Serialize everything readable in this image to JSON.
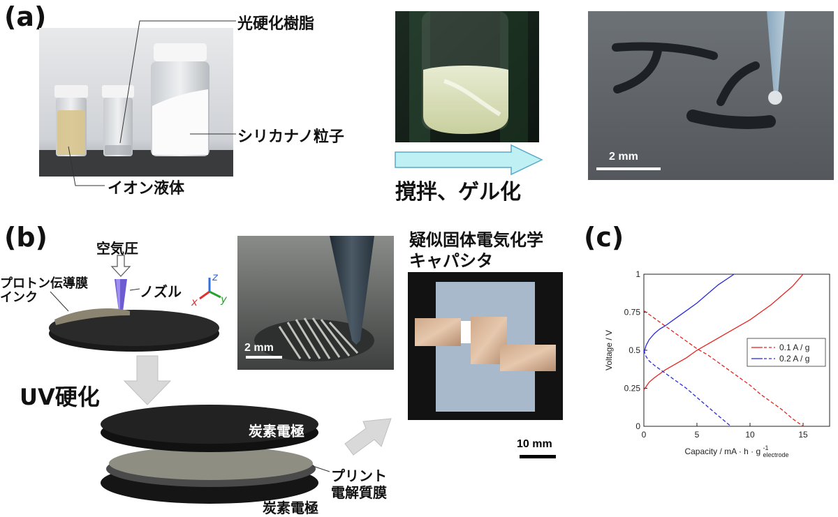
{
  "panels": {
    "a": "(a)",
    "b": "(b)",
    "c": "(c)"
  },
  "panel_a": {
    "label_resin": "光硬化樹脂",
    "label_silica": "シリカナノ粒子",
    "label_ionic": "イオン液体",
    "arrow_caption": "撹拌、ゲル化",
    "scale_bar": "2 mm"
  },
  "panel_b": {
    "air_pressure": "空気圧",
    "nozzle": "ノズル",
    "ink_line1": "プロトン伝導膜",
    "ink_line2": "インク",
    "axis_z": "z",
    "axis_x": "x",
    "axis_y": "y",
    "uv_cure": "UV硬化",
    "carbon_top": "炭素電極",
    "carbon_bottom": "炭素電極",
    "printed_line1": "プリント",
    "printed_line2": "電解質膜",
    "photo_scale": "2 mm",
    "device_title_line1": "疑似固体電気化学",
    "device_title_line2": "キャパシタ",
    "device_scale": "10 mm"
  },
  "colors": {
    "red": "#e8231f",
    "blue": "#2929e0",
    "arrow_fill": "#bff0f4",
    "arrow_stroke": "#5aa9c8",
    "gray_arrow": "#d9d9d9"
  },
  "chart_data": {
    "type": "line",
    "xlabel": "Capacity / mA · h · g",
    "xlabel_sup": "-1",
    "xlabel_sub": "electrode",
    "ylabel": "Voltage / V",
    "xlim": [
      0,
      17.5
    ],
    "ylim": [
      0,
      1
    ],
    "x_ticks": [
      0,
      5,
      10,
      15
    ],
    "y_ticks": [
      0,
      0.25,
      0.5,
      0.75,
      1
    ],
    "y_tick_labels": [
      "0",
      "0.25",
      "0.5",
      "0.75",
      "1"
    ],
    "legend": [
      "0.1 A / g",
      "0.2 A / g"
    ],
    "legend_position": "right",
    "series": [
      {
        "name": "0.1 A / g",
        "style": "solid",
        "color": "#e8231f",
        "x": [
          0,
          0.5,
          1,
          2,
          3,
          4,
          5,
          6,
          7,
          8,
          9,
          10,
          11,
          12,
          13,
          14,
          15
        ],
        "y": [
          0.24,
          0.29,
          0.32,
          0.37,
          0.41,
          0.45,
          0.5,
          0.54,
          0.58,
          0.62,
          0.66,
          0.7,
          0.75,
          0.8,
          0.86,
          0.92,
          1.0
        ]
      },
      {
        "name": "0.1 A / g",
        "style": "dashed",
        "color": "#e8231f",
        "x": [
          0,
          1,
          2,
          3,
          4,
          5,
          6,
          7,
          8,
          9,
          10,
          11,
          12,
          13,
          14,
          15
        ],
        "y": [
          0.76,
          0.71,
          0.66,
          0.61,
          0.56,
          0.51,
          0.47,
          0.42,
          0.37,
          0.32,
          0.27,
          0.21,
          0.16,
          0.11,
          0.05,
          0.0
        ]
      },
      {
        "name": "0.2 A / g",
        "style": "solid",
        "color": "#2929e0",
        "x": [
          0,
          0.2,
          0.5,
          1,
          1.5,
          2,
          3,
          4,
          5,
          6,
          7,
          8.5
        ],
        "y": [
          0.48,
          0.53,
          0.57,
          0.61,
          0.64,
          0.66,
          0.71,
          0.76,
          0.81,
          0.87,
          0.93,
          1.0
        ]
      },
      {
        "name": "0.2 A / g",
        "style": "dashed",
        "color": "#2929e0",
        "x": [
          0,
          0.2,
          0.5,
          1,
          2,
          3,
          4,
          5,
          6,
          7,
          8.2
        ],
        "y": [
          0.5,
          0.46,
          0.43,
          0.4,
          0.35,
          0.3,
          0.25,
          0.19,
          0.13,
          0.07,
          0.0
        ]
      }
    ]
  }
}
